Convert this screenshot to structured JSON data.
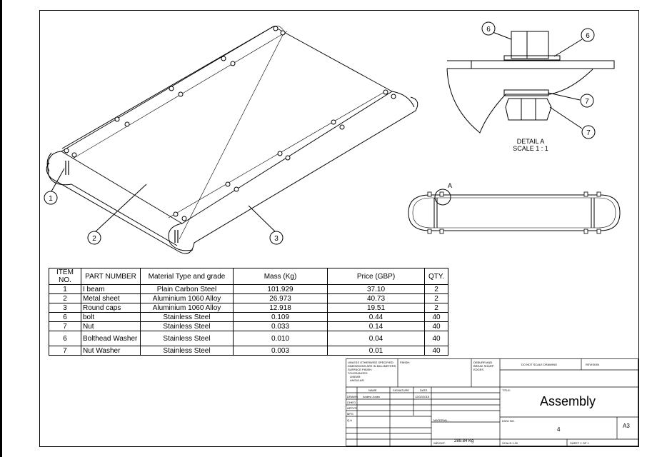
{
  "balloons": {
    "b1": "1",
    "b2": "2",
    "b3": "3",
    "d6a": "6",
    "d6b": "6",
    "d7a": "7",
    "d7b": "7"
  },
  "detail": {
    "title": "DETAIL A",
    "scale": "SCALE 1 : 1",
    "marker": "A"
  },
  "bom": {
    "headers": [
      "ITEM NO.",
      "PART NUMBER",
      "Material Type and grade",
      "Mass (Kg)",
      "Price (GBP)",
      "QTY."
    ],
    "rows": [
      [
        "1",
        "I beam",
        "Plain Carbon Steel",
        "101.929",
        "37.10",
        "2"
      ],
      [
        "2",
        "Metal sheet",
        "Aluminium 1060 Alloy",
        "26.973",
        "40.73",
        "2"
      ],
      [
        "3",
        "Round caps",
        "Aluminium 1060 Alloy",
        "12.918",
        "19.51",
        "2"
      ],
      [
        "6",
        "bolt",
        "Stainless Steel",
        "0.109",
        "0.44",
        "40"
      ],
      [
        "7",
        "Nut",
        "Stainless Steel",
        "0.033",
        "0.14",
        "40"
      ],
      [
        "6",
        "Bolthead Washer",
        "Stainless Steel",
        "0.010",
        "0.04",
        "40"
      ],
      [
        "7",
        "Nut Washer",
        "Stainless Steel",
        "0.003",
        "0.01",
        "40"
      ]
    ]
  },
  "title_block": {
    "unless": "UNLESS OTHERWISE SPECIFIED:",
    "dims": "DIMENSIONS ARE IN MILLIMETERS",
    "surface": "SURFACE FINISH:",
    "tolerances": "TOLERANCES:",
    "linear": "LINEAR:",
    "angular": "ANGULAR:",
    "finish": "FINISH:",
    "deburr": "DEBURR AND",
    "break": "BREAK SHARP",
    "edges": "EDGES",
    "do_not_scale": "DO NOT SCALE DRAWING",
    "revision": "REVISION",
    "name_h": "NAME",
    "sig_h": "SIGNATURE",
    "date_h": "DATE",
    "drawn": "DRAWN",
    "drawn_name": "Andew Jones",
    "drawn_date": "12/02/2016",
    "chkd": "CHK'D",
    "appvd": "APPV'D",
    "mfg": "MFG",
    "qa": "Q.A",
    "title_label": "TITLE:",
    "title": "Assembly",
    "material": "MATERIAL:",
    "dwg_label": "DWG NO.",
    "dwg_no": "4",
    "size": "A3",
    "weight_label": "WEIGHT:",
    "weight": "289.84 Kg",
    "scale": "SCALE:1:20",
    "sheet": "SHEET 1 OF 1"
  }
}
